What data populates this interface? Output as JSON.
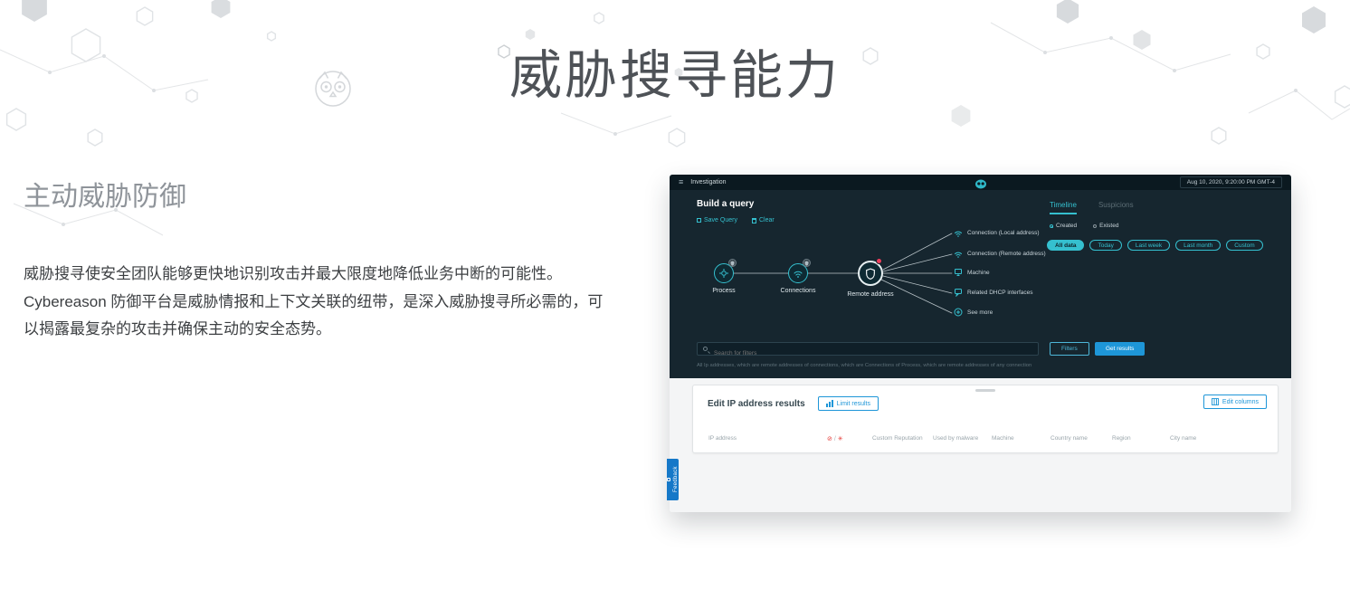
{
  "page": {
    "title": "威胁搜寻能力",
    "section": {
      "heading": "主动威胁防御",
      "body": "威胁搜寻使安全团队能够更快地识别攻击并最大限度地降低业务中断的可能性。Cybereason 防御平台是威胁情报和上下文关联的纽带，是深入威胁搜寻所必需的，可以揭露最复杂的攻击并确保主动的安全态势。"
    }
  },
  "icons": {
    "menu": "≡",
    "blocked": "⊘",
    "suspicious": "✳",
    "separator": "/"
  },
  "app": {
    "topbar": {
      "title": "Investigation",
      "datetime": "Aug 10, 2020, 9:20:00 PM GMT-4"
    },
    "query": {
      "heading": "Build a query",
      "save": "Save Query",
      "clear": "Clear",
      "nodes": [
        {
          "label": "Process"
        },
        {
          "label": "Connections"
        },
        {
          "label": "Remote address"
        }
      ],
      "branches": [
        {
          "label": "Connection (Local address)"
        },
        {
          "label": "Connection (Remote address)"
        },
        {
          "label": "Machine"
        },
        {
          "label": "Related DHCP interfaces"
        },
        {
          "label": "See more"
        }
      ],
      "tabs": [
        {
          "label": "Timeline"
        },
        {
          "label": "Suspicions"
        }
      ],
      "radios": [
        {
          "label": "Created"
        },
        {
          "label": "Existed"
        }
      ],
      "time_filters": [
        {
          "label": "All data"
        },
        {
          "label": "Today"
        },
        {
          "label": "Last week"
        },
        {
          "label": "Last month"
        },
        {
          "label": "Custom"
        }
      ],
      "search_placeholder": "Search for filters",
      "filters": "Filters",
      "get_results": "Get results",
      "description": "All Ip addresses, which are remote addresses of connections, which are Connections of Process, which are remote addresses of any connection"
    },
    "results": {
      "heading": "Edit IP address results",
      "limit_results": "Limit results",
      "edit_columns": "Edit columns",
      "columns": [
        {
          "label": "IP address"
        },
        {
          "label": "Custom Reputation"
        },
        {
          "label": "Used by malware"
        },
        {
          "label": "Machine"
        },
        {
          "label": "Country name"
        },
        {
          "label": "Region"
        },
        {
          "label": "City name"
        }
      ]
    },
    "feedback": "Feedback",
    "colors": {
      "teal_accent": "#35c0cf",
      "blue_accent": "#1e96d8",
      "dark_background": "#16262f",
      "alert_red": "#e53935"
    }
  }
}
